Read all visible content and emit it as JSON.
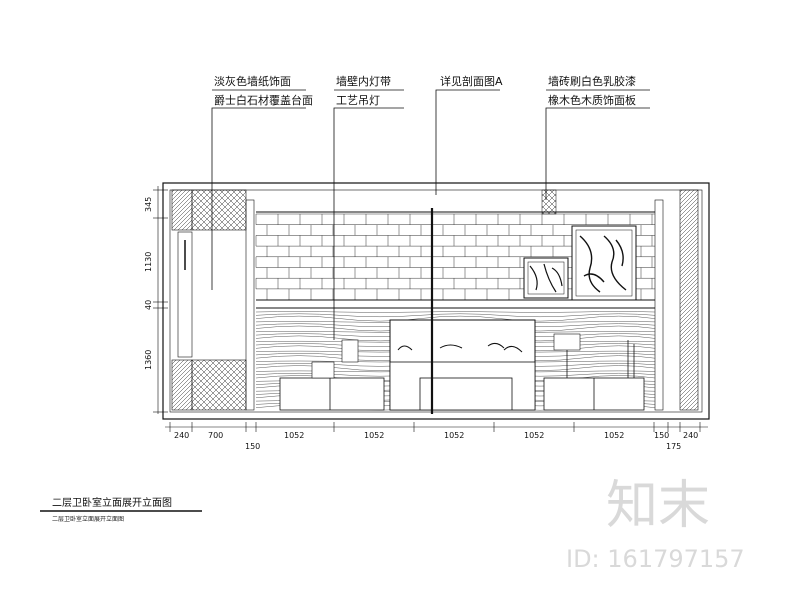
{
  "annotations": {
    "label_1a": "淡灰色墙纸饰面",
    "label_1b": "爵士白石材覆盖台面",
    "label_2a": "墙壁内灯带",
    "label_2b": "工艺吊灯",
    "label_3": "详见剖面图A",
    "label_4a": "墙砖刷白色乳胶漆",
    "label_4b": "橡木色木质饰面板"
  },
  "dimensions": {
    "horizontal": [
      "240",
      "700",
      "150",
      "1052",
      "1052",
      "1052",
      "1052",
      "1052",
      "150",
      "175",
      "240"
    ],
    "vertical": [
      "345",
      "1130",
      "40",
      "1360"
    ]
  },
  "title_block": {
    "title": "二层卫卧室立面展开立面图",
    "subtitle": "二层卫卧室立面展开立面图"
  },
  "watermark": {
    "brand": "知末",
    "id": "ID: 161797157"
  }
}
